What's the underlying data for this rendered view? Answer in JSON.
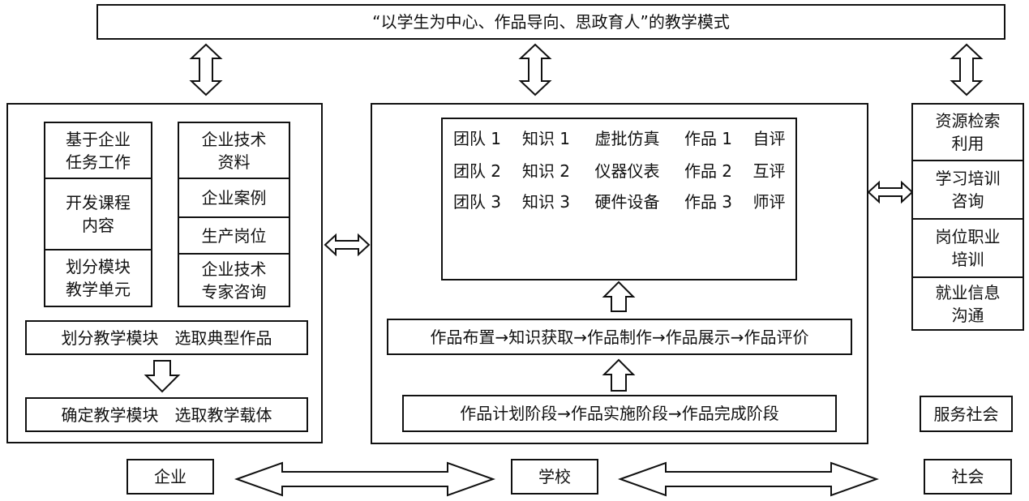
{
  "top_banner": "“以学生为中心、作品导向、思政育人”的教学模式",
  "left": {
    "col1": [
      "基于企业\n任务工作",
      "开发课程\n内容",
      "划分模块\n教学单元"
    ],
    "col2": [
      "企业技术\n资料",
      "企业案例",
      "生产岗位",
      "企业技术\n专家咨询"
    ],
    "step1": "划分教学模块　选取典型作品",
    "step2": "确定教学模块　选取教学载体"
  },
  "center": {
    "grid": [
      [
        "团队 1",
        "知识 1",
        "虚批仿真",
        "作品 1",
        "自评"
      ],
      [
        "团队 2",
        "知识 2",
        "仪器仪表",
        "作品 2",
        "互评"
      ],
      [
        "团队 3",
        "知识 3",
        "硬件设备",
        "作品 3",
        "师评"
      ]
    ],
    "process": "作品布置→知识获取→作品制作→作品展示→作品评价",
    "stages": "作品计划阶段→作品实施阶段→作品完成阶段"
  },
  "right": {
    "items": [
      "资源检索\n利用",
      "学习培训\n咨询",
      "岗位职业\n培训",
      "就业信息\n沟通"
    ],
    "service": "服务社会"
  },
  "bottom": {
    "enterprise": "企业",
    "school": "学校",
    "society": "社会"
  }
}
